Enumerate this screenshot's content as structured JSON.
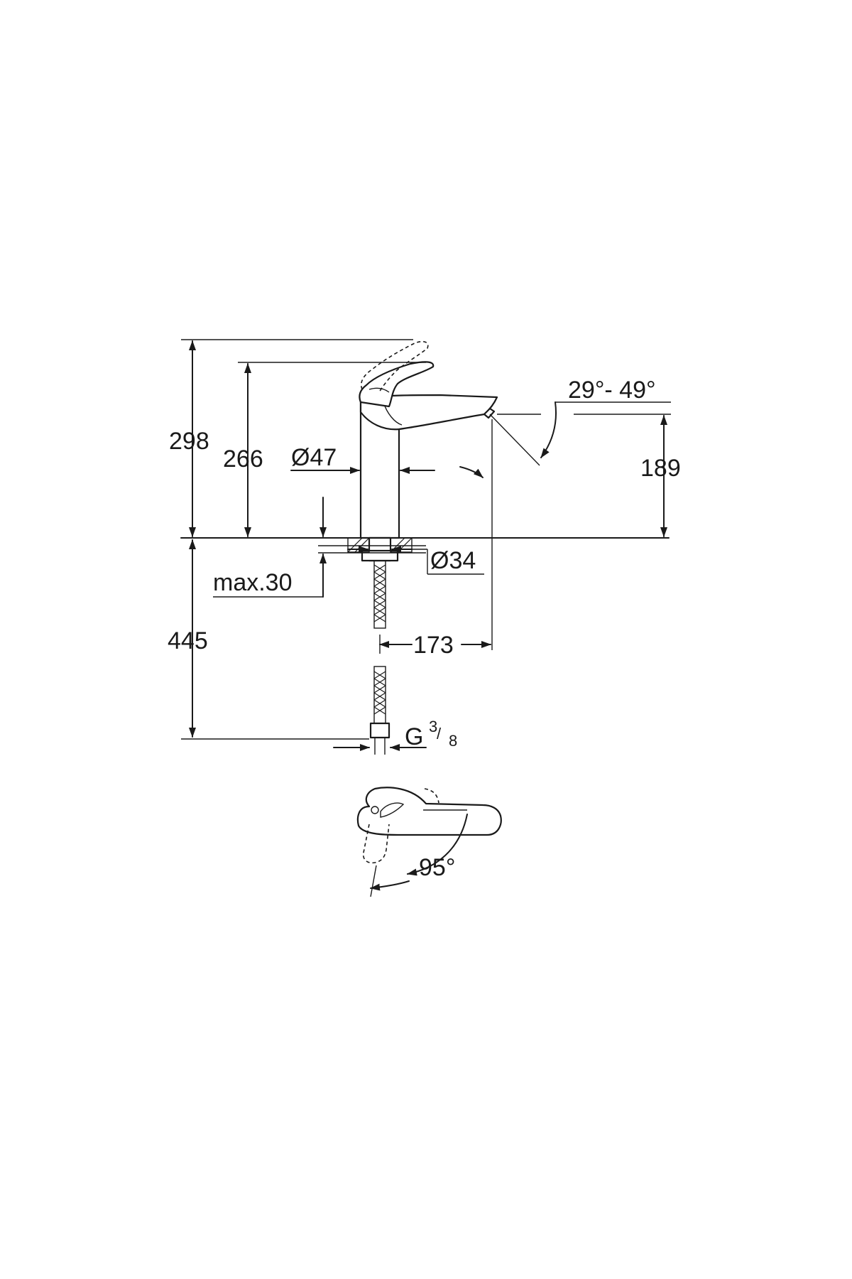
{
  "dimensions": {
    "total_height": "298",
    "handle_height": "266",
    "body_diameter": "Ø47",
    "spout_angle": "29°- 49°",
    "spout_height": "189",
    "shank_diameter": "Ø34",
    "max_deck_thickness": "max.30",
    "hose_length": "445",
    "spout_reach": "173",
    "thread_prefix": "G",
    "thread_num": "3",
    "thread_den": "8",
    "lever_rotation": "95°"
  },
  "colors": {
    "line": "#1a1a1a",
    "background": "#ffffff"
  }
}
